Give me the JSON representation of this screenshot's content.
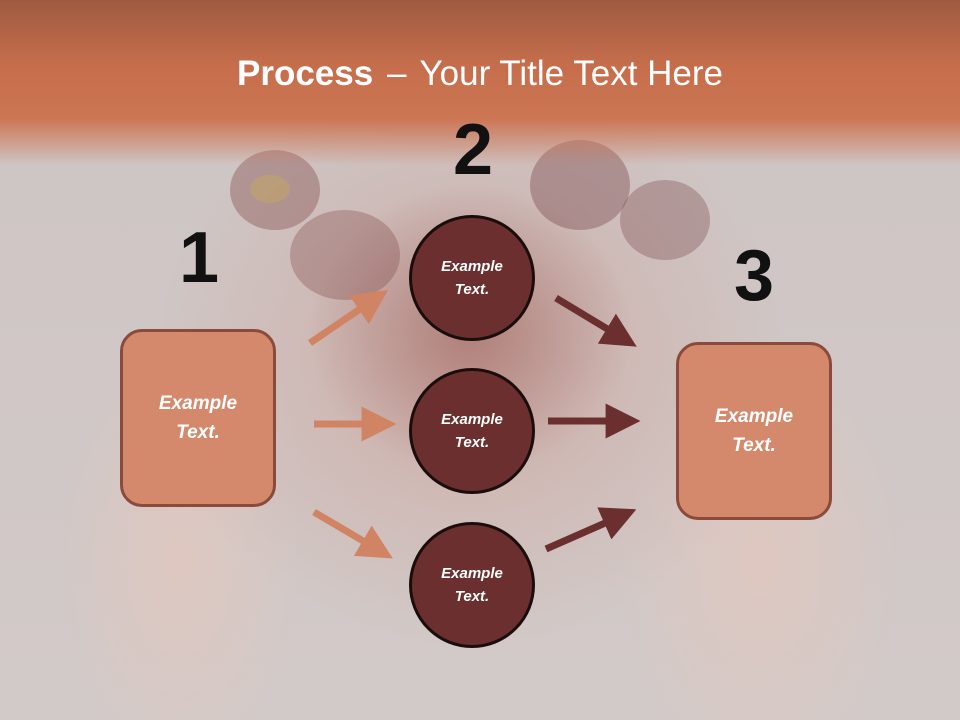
{
  "title": {
    "bold": "Process",
    "dash": "–",
    "rest": "Your Title Text Here"
  },
  "steps": [
    {
      "number": "1",
      "text": "Example Text."
    },
    {
      "number": "2",
      "text": "Example Text."
    },
    {
      "number": "3",
      "text": "Example Text."
    }
  ],
  "circles": [
    {
      "text": "Example Text."
    },
    {
      "text": "Example Text."
    },
    {
      "text": "Example Text."
    }
  ],
  "colors": {
    "title_band": "#c66e4c",
    "box_fill": "#d4896c",
    "box_border": "#8a4a3c",
    "circle_fill": "#6b2f2f",
    "arrow_in": "#d08464",
    "arrow_out": "#6b2f2f"
  }
}
